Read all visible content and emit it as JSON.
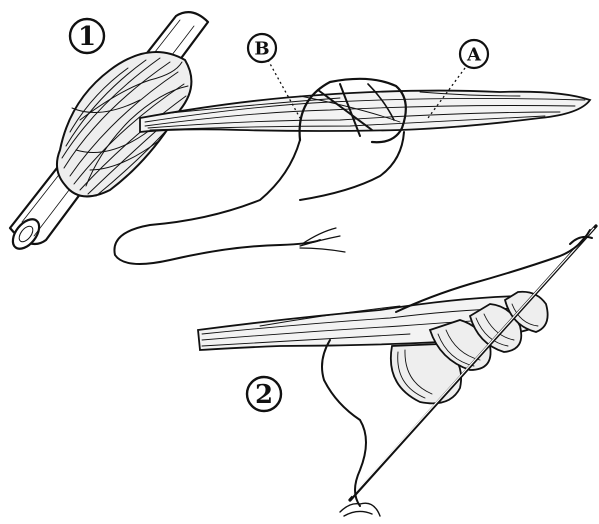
{
  "labels": {
    "figure_1": "1",
    "figure_2": "2",
    "point_a": "A",
    "point_b": "B"
  },
  "colors": {
    "ink": "#111111",
    "paper": "#ffffff"
  }
}
